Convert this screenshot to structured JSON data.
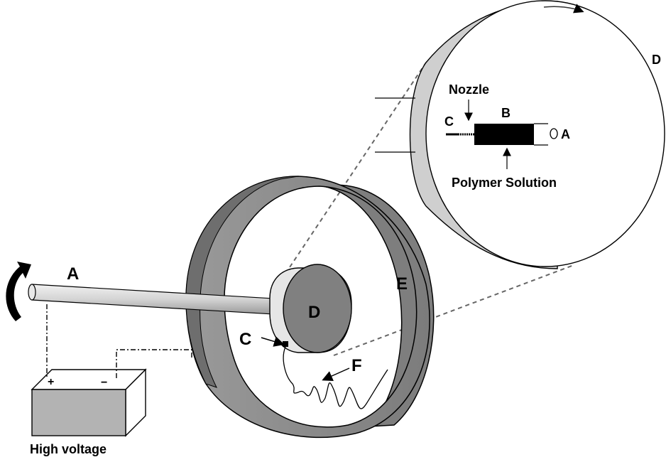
{
  "labels": {
    "shaft": "A",
    "collector_drum": "E",
    "spinneret_disc": "D",
    "nozzle_tip": "C",
    "fiber_jet": "F",
    "power_supply": "High voltage",
    "plus_terminal": "+",
    "minus_terminal": "−"
  },
  "inset": {
    "disc": "D",
    "nozzle_title": "Nozzle",
    "nozzle_label": "C",
    "reservoir_label": "B",
    "shaft_label": "A",
    "solution_label": "Polymer Solution"
  },
  "colors": {
    "drum_outer": "#8c8c8c",
    "drum_inner": "#7a7a7a",
    "disc_face": "#808080",
    "disc_rim": "#e6e6e6",
    "inset_rim": "#cfcfcf",
    "shaft": "#d9d9d9",
    "battery": "#b3b3b3"
  }
}
